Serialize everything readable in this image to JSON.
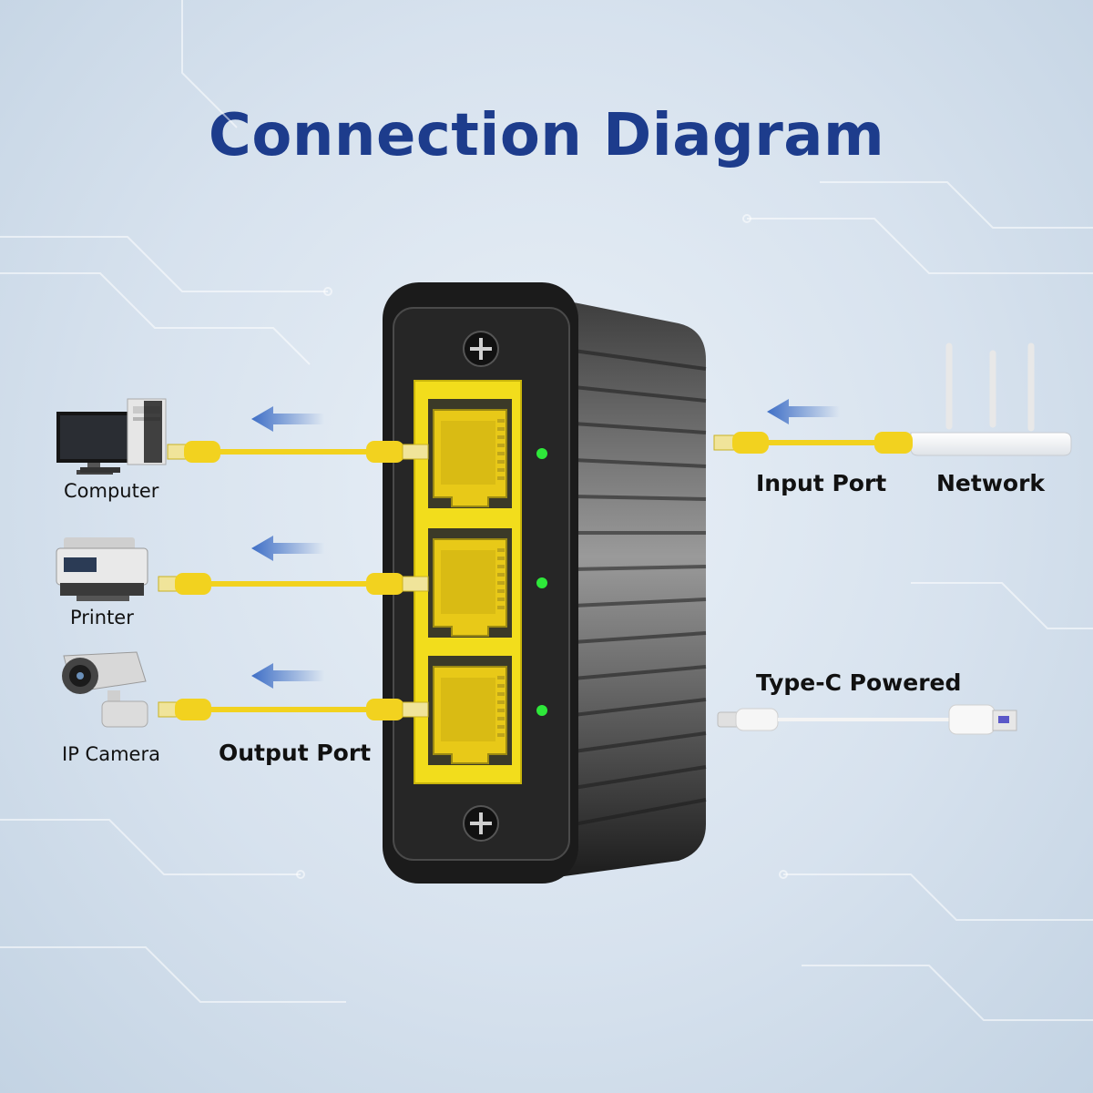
{
  "title": "Connection Diagram",
  "devices": {
    "computer": "Computer",
    "printer": "Printer",
    "camera": "IP Camera",
    "network": "Network"
  },
  "ports": {
    "output": "Output Port",
    "input": "Input Port",
    "power": "Type-C Powered"
  },
  "colors": {
    "title": "#1d3c8c",
    "cable": "#f2d21f",
    "port_frame": "#f2dd1c",
    "led": "#2ee83a",
    "arrow": "#3f6fc6"
  }
}
